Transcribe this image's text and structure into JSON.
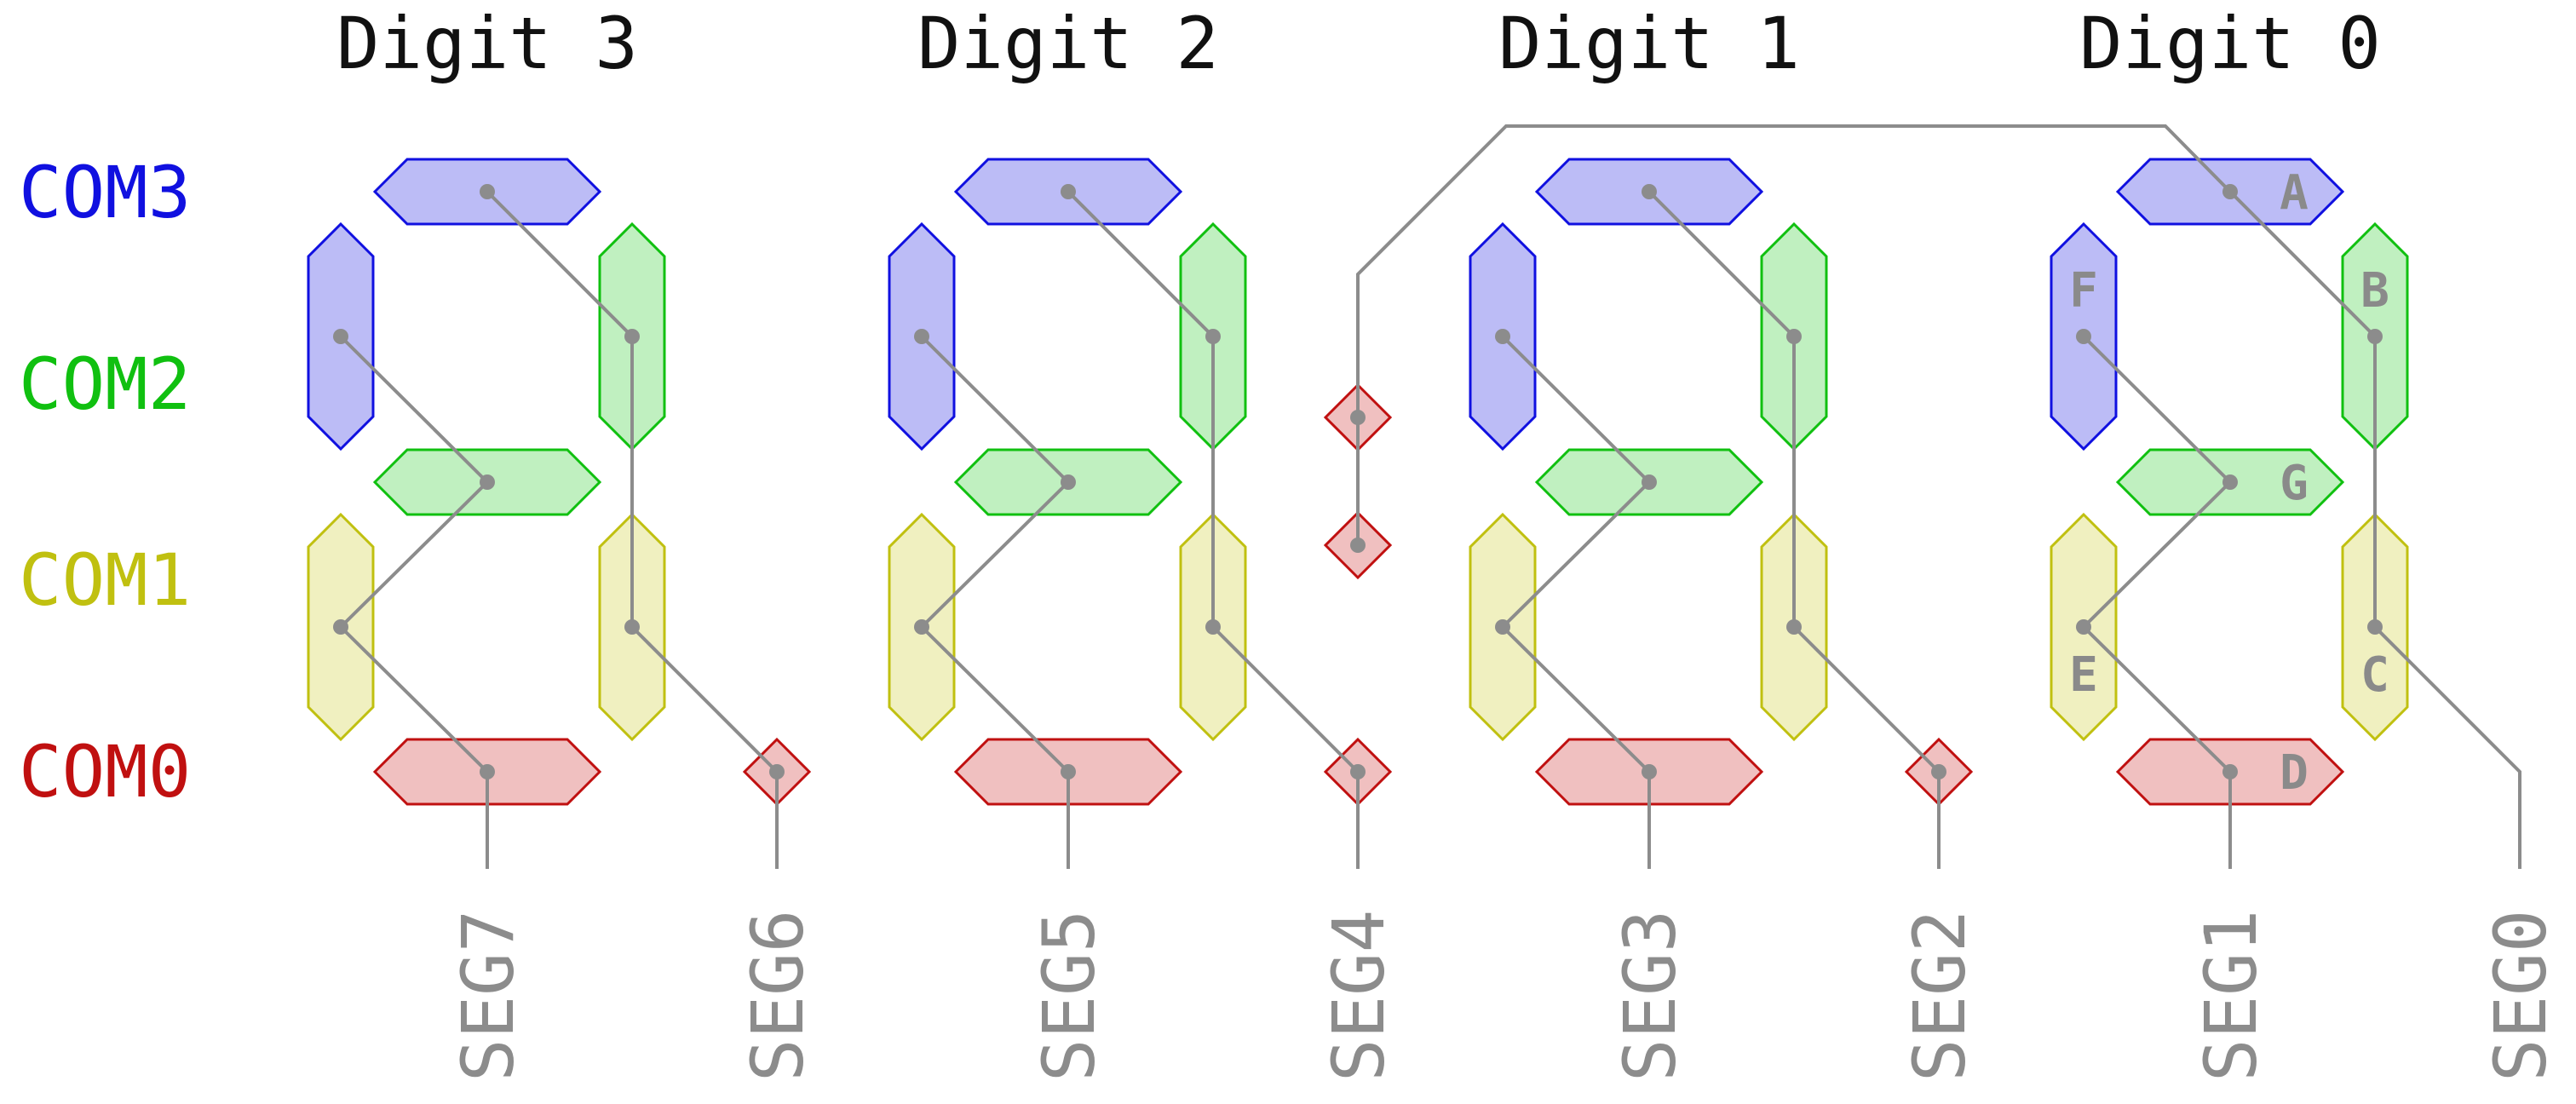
{
  "digits": [
    "Digit 3",
    "Digit 2",
    "Digit 1",
    "Digit 0"
  ],
  "commons": [
    {
      "label": "COM3",
      "color": "#1010e0",
      "fill": "#bcbcf6"
    },
    {
      "label": "COM2",
      "color": "#10c010",
      "fill": "#c0f0c0"
    },
    {
      "label": "COM1",
      "color": "#c0c010",
      "fill": "#f0f0c0"
    },
    {
      "label": "COM0",
      "color": "#c01010",
      "fill": "#f0c0c0"
    }
  ],
  "segment_pins": [
    "SEG7",
    "SEG6",
    "SEG5",
    "SEG4",
    "SEG3",
    "SEG2",
    "SEG1",
    "SEG0"
  ],
  "segment_letters": [
    "A",
    "B",
    "C",
    "D",
    "E",
    "F",
    "G"
  ],
  "colors": {
    "wire": "#8c8c8c",
    "title": "#111111"
  }
}
